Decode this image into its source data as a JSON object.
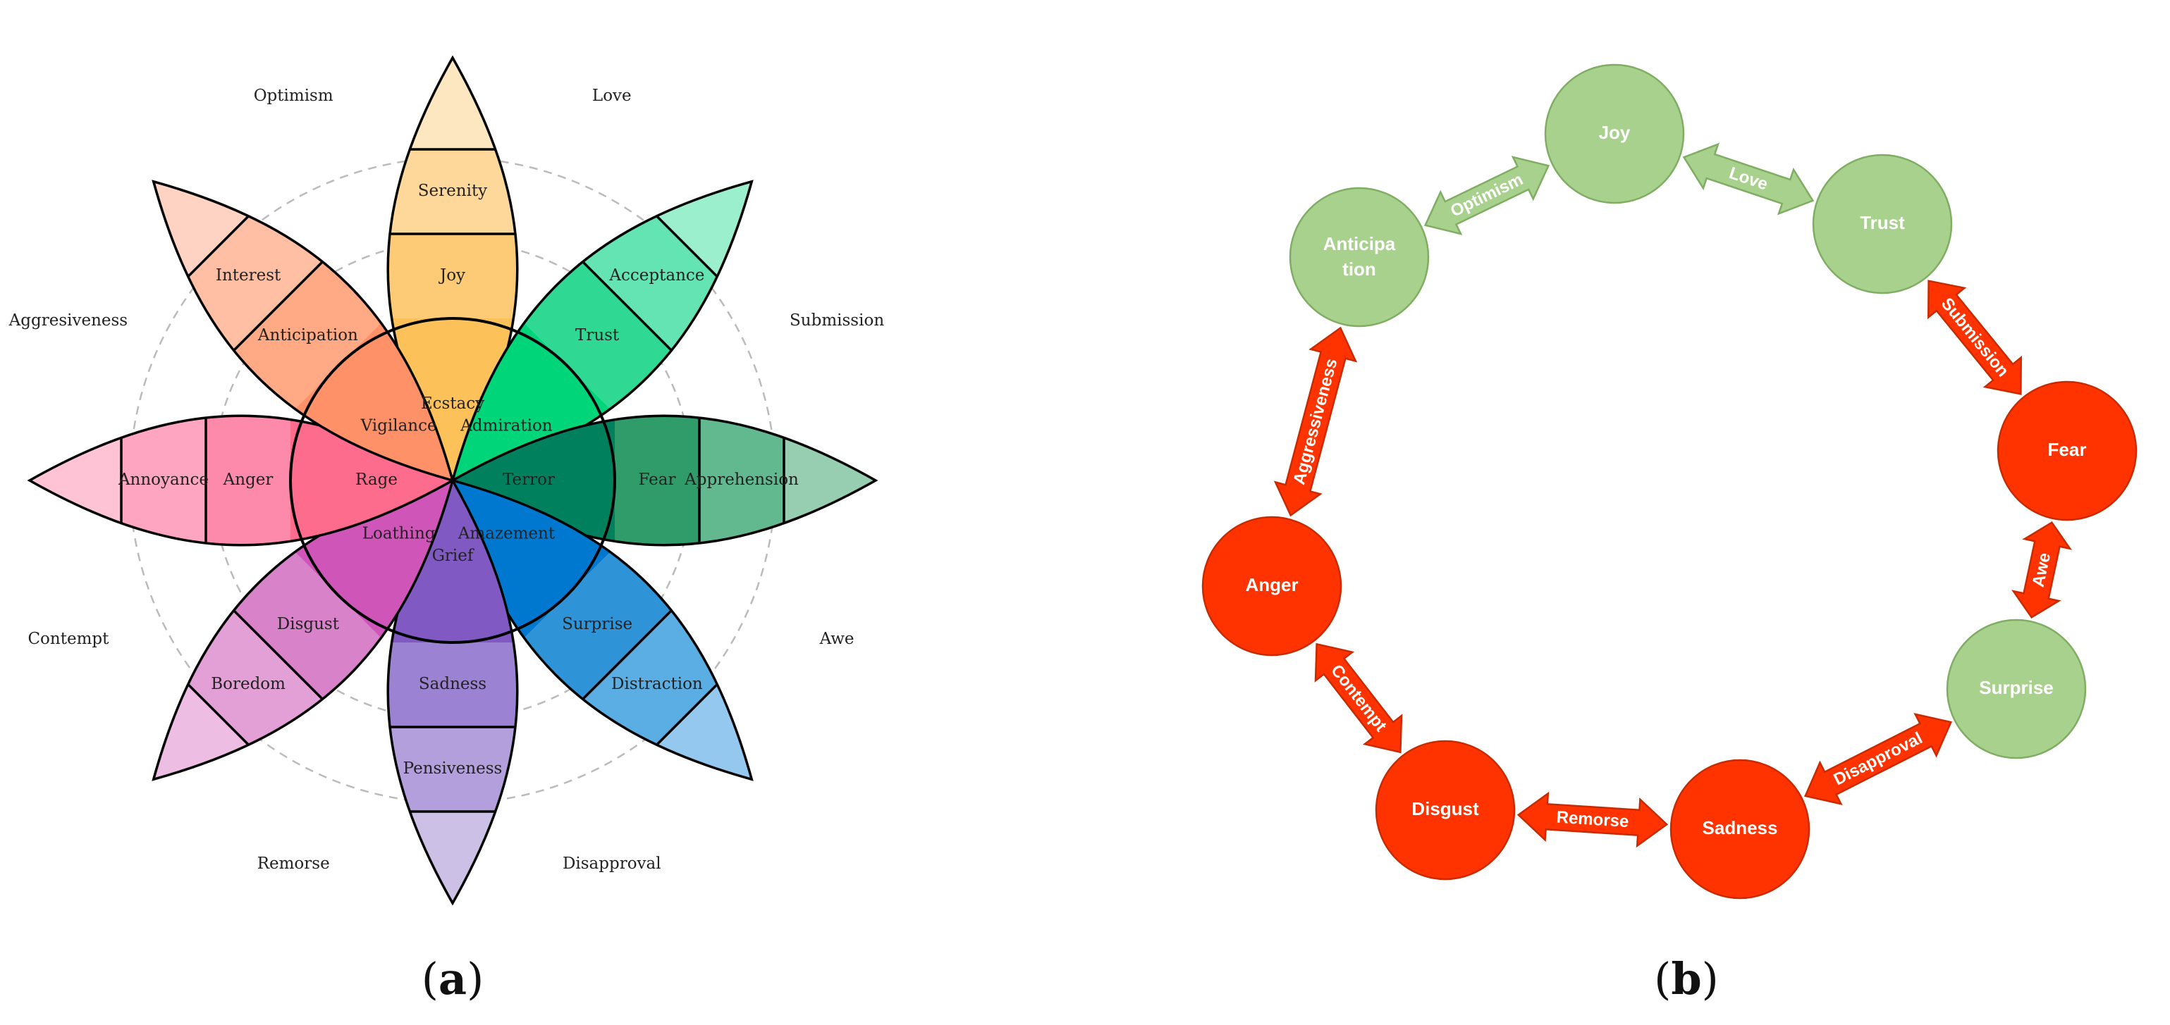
{
  "panels": {
    "a": {
      "letter": "a",
      "open": "(",
      "close": ")"
    },
    "b": {
      "letter": "b",
      "open": "(",
      "close": ")"
    }
  },
  "wheel": {
    "petals": [
      {
        "id": "joy",
        "outer": "Serenity",
        "middle": "Joy",
        "inner": "Ecstacy",
        "colors": [
          "#fde7c0",
          "#fdd89a",
          "#fdca75",
          "#fdc15a"
        ]
      },
      {
        "id": "trust",
        "outer": "Acceptance",
        "middle": "Trust",
        "inner": "Admiration",
        "colors": [
          "#9cefcd",
          "#63e4b2",
          "#2fd994",
          "#00d57a"
        ]
      },
      {
        "id": "fear",
        "outer": "Apprehension",
        "middle": "Fear",
        "inner": "Terror",
        "colors": [
          "#97ceb2",
          "#63b98f",
          "#309c6a",
          "#00805d"
        ]
      },
      {
        "id": "surprise",
        "outer": "Distraction",
        "middle": "Surprise",
        "inner": "Amazement",
        "colors": [
          "#94c8ee",
          "#5aaee3",
          "#2f93d8",
          "#0078d0"
        ]
      },
      {
        "id": "sadness",
        "outer": "Pensiveness",
        "middle": "Sadness",
        "inner": "Grief",
        "colors": [
          "#cdc0e6",
          "#b29fdb",
          "#9c82d2",
          "#8059c3"
        ]
      },
      {
        "id": "disgust",
        "outer": "Boredom",
        "middle": "Disgust",
        "inner": "Loathing",
        "colors": [
          "#eebde4",
          "#e3a0d6",
          "#d883c9",
          "#cf55b8"
        ]
      },
      {
        "id": "anger",
        "outer": "Annoyance",
        "middle": "Anger",
        "inner": "Rage",
        "colors": [
          "#ffc3d6",
          "#fea6c1",
          "#fd8aab",
          "#fd6b8d"
        ]
      },
      {
        "id": "anticipation",
        "outer": "Interest",
        "middle": "Anticipation",
        "inner": "Vigilance",
        "colors": [
          "#ffd3c3",
          "#ffbfa5",
          "#ffa985",
          "#ff9168"
        ]
      }
    ],
    "dyads": [
      "Love",
      "Submission",
      "Awe",
      "Disapproval",
      "Remorse",
      "Contempt",
      "Aggresiveness",
      "Optimism"
    ]
  },
  "cycle": {
    "colors": {
      "green": "#a9d18e",
      "green_border": "#7fae63",
      "red": "#ff3300",
      "red_border": "#c92a00"
    },
    "nodes": [
      {
        "id": "joy",
        "label": "Joy",
        "color": "green"
      },
      {
        "id": "trust",
        "label": "Trust",
        "color": "green"
      },
      {
        "id": "fear",
        "label": "Fear",
        "color": "red"
      },
      {
        "id": "surprise",
        "label": "Surprise",
        "color": "green"
      },
      {
        "id": "sadness",
        "label": "Sadness",
        "color": "red"
      },
      {
        "id": "disgust",
        "label": "Disgust",
        "color": "red"
      },
      {
        "id": "anger",
        "label": "Anger",
        "color": "red"
      },
      {
        "id": "anticipation",
        "label_line1": "Anticipa",
        "label_line2": "tion",
        "color": "green"
      }
    ],
    "arrows": [
      {
        "id": "love",
        "label": "Love",
        "from": "joy",
        "to": "trust",
        "color": "green"
      },
      {
        "id": "submission",
        "label": "Submission",
        "from": "trust",
        "to": "fear",
        "color": "red"
      },
      {
        "id": "awe",
        "label": "Awe",
        "from": "fear",
        "to": "surprise",
        "color": "red"
      },
      {
        "id": "disapproval",
        "label": "Disapproval",
        "from": "surprise",
        "to": "sadness",
        "color": "red"
      },
      {
        "id": "remorse",
        "label": "Remorse",
        "from": "sadness",
        "to": "disgust",
        "color": "red"
      },
      {
        "id": "contempt",
        "label": "Contempt",
        "from": "disgust",
        "to": "anger",
        "color": "red"
      },
      {
        "id": "aggressiveness",
        "label": "Aggressiveness",
        "from": "anger",
        "to": "anticipation",
        "color": "red"
      },
      {
        "id": "optimism",
        "label": "Optimism",
        "from": "anticipation",
        "to": "joy",
        "color": "green"
      }
    ]
  }
}
